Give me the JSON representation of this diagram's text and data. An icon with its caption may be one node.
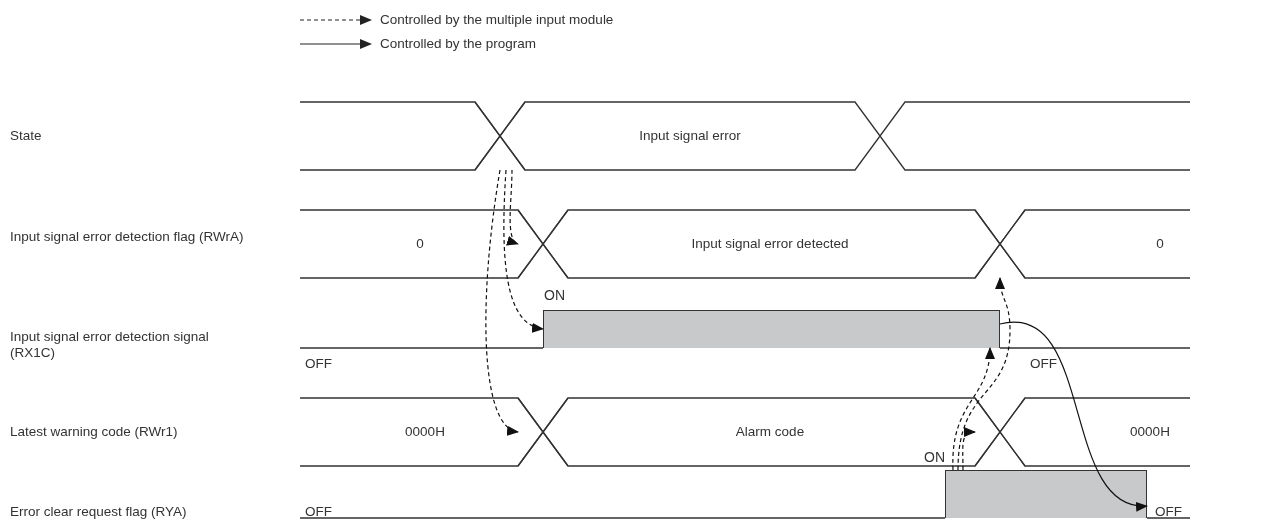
{
  "diagram": {
    "nodes": [
      {
        "text": [],
        "shape": "cross"
      },
      {
        "text": [],
        "shape": "cross"
      },
      {
        "text": [],
        "shape": "cross"
      },
      {
        "text": [
          "ON"
        ]
      },
      {
        "text": [],
        "shape": "cross"
      },
      {
        "text": [],
        "shape": "cross"
      },
      {
        "text": [
          "ON"
        ]
      }
    ],
    "edges": [
      {
        "from": 0,
        "to": 1,
        "arrow": "to",
        "style": "dashed"
      },
      {
        "from": 0,
        "to": 3,
        "arrow": "to",
        "style": "dashed"
      },
      {
        "from": 0,
        "to": 4,
        "arrow": "to",
        "style": "dashed"
      },
      {
        "from": 6,
        "to": 2,
        "arrow": "to",
        "style": "dashed"
      },
      {
        "from": 6,
        "to": 3,
        "arrow": "to",
        "style": "dashed"
      },
      {
        "from": 6,
        "to": 5,
        "arrow": "to",
        "style": "dashed"
      },
      {
        "from": 3,
        "to": 6,
        "arrow": "to"
      }
    ],
    "labels": [
      "State",
      "Input signal error",
      "Input signal error detection flag (RWrA)",
      "0",
      "Input signal error detected",
      "0",
      "Input signal error detection signal (RX1C)",
      "OFF",
      "OFF",
      "Latest warning code (RWr1)",
      "0000H",
      "Alarm code",
      "0000H",
      "Error clear request flag (RYA)",
      "OFF",
      "OFF"
    ],
    "legend": [
      {
        "text": "Controlled by the multiple input module"
      },
      {
        "text": "Controlled by the program"
      }
    ]
  }
}
